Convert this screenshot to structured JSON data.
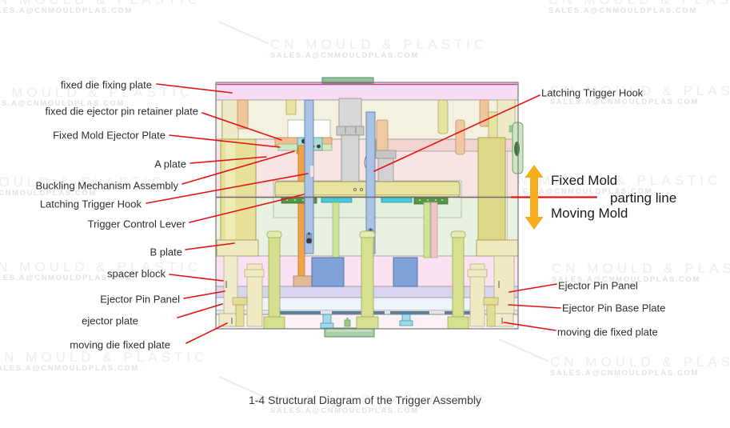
{
  "watermark": {
    "brand": "CN MOULD & PLASTIC",
    "email": "SALES.A@CNMOULDPLAS.COM"
  },
  "caption": "1-4 Structural Diagram of the Trigger Assembly",
  "labels": {
    "left": [
      "fixed die fixing plate",
      "fixed die ejector pin retainer plate",
      "Fixed Mold Ejector Plate",
      "A plate",
      "Buckling Mechanism Assembly",
      "Latching Trigger Hook",
      "Trigger Control Lever",
      "B plate",
      "spacer block",
      "Ejector Pin Panel",
      "ejector plate",
      "moving die fixed plate"
    ],
    "right_top": "Latching Trigger Hook",
    "mold_side": {
      "fixed": "Fixed Mold",
      "parting": "parting line",
      "moving": "Moving Mold"
    },
    "right_bottom": [
      "Ejector Pin Panel",
      "Ejector Pin Base Plate",
      "moving die fixed plate"
    ]
  },
  "colors": {
    "leader_line_red": "#e41414",
    "parting_arrow_yellow": "#f5ad1d",
    "top_plate_pink": "#f7dcf3",
    "upper_section_cream": "#f4f1e0",
    "a_plate_pink": "#f8e4e2",
    "b_plate_green": "#e9f1e3",
    "spacer_pink": "#fae2f2",
    "ejector_pin_panel_lavender": "#d9d4ef",
    "ejector_base_plate_blue": "#edf4fb",
    "bottom_plate": "#fbf2f8",
    "guide_pillar_yellow": "#e6e09a",
    "trigger_lever_blue": "#aac2e4",
    "support_block_blue": "#7fa3d6",
    "latch_bar_yellow": "#e9e3a2",
    "boss_green": "#a8d0a8",
    "watermark_gray": "#efecee"
  }
}
